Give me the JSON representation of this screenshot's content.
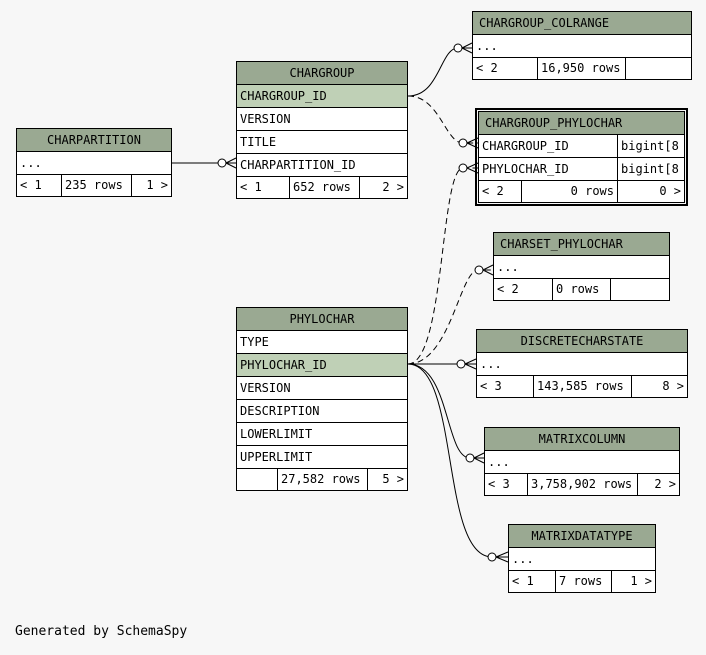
{
  "tables": {
    "chargroup_colrange": {
      "name": "CHARGROUP_COLRANGE",
      "rows": [
        "..."
      ],
      "foot": [
        "< 2",
        "16,950 rows",
        ""
      ]
    },
    "chargroup": {
      "name": "CHARGROUP",
      "rows": [
        "CHARGROUP_ID",
        "VERSION",
        "TITLE",
        "CHARPARTITION_ID"
      ],
      "foot": [
        "< 1",
        "652 rows",
        "2 >"
      ]
    },
    "chargroup_phylochar": {
      "name": "CHARGROUP_PHYLOCHAR",
      "rows": [
        "CHARGROUP_ID",
        "PHYLOCHAR_ID"
      ],
      "types": [
        "bigint[8",
        "bigint[8"
      ],
      "foot": [
        "< 2",
        "0 rows",
        "0 >"
      ]
    },
    "charpartition": {
      "name": "CHARPARTITION",
      "rows": [
        "..."
      ],
      "foot": [
        "< 1",
        "235 rows",
        "1 >"
      ]
    },
    "charset_phylochar": {
      "name": "CHARSET_PHYLOCHAR",
      "rows": [
        "..."
      ],
      "foot": [
        "< 2",
        "0 rows",
        ""
      ]
    },
    "phylochar": {
      "name": "PHYLOCHAR",
      "rows": [
        "TYPE",
        "PHYLOCHAR_ID",
        "VERSION",
        "DESCRIPTION",
        "LOWERLIMIT",
        "UPPERLIMIT"
      ],
      "foot": [
        "",
        "27,582 rows",
        "5 >"
      ]
    },
    "discretecharstate": {
      "name": "DISCRETECHARSTATE",
      "rows": [
        "..."
      ],
      "foot": [
        "< 3",
        "143,585 rows",
        "8 >"
      ]
    },
    "matrixcolumn": {
      "name": "MATRIXCOLUMN",
      "rows": [
        "..."
      ],
      "foot": [
        "< 3",
        "3,758,902 rows",
        "2 >"
      ]
    },
    "matrixdatatype": {
      "name": "MATRIXDATATYPE",
      "rows": [
        "..."
      ],
      "foot": [
        "< 1",
        "7 rows",
        "1 >"
      ]
    }
  },
  "footer": {
    "credit": "Generated by SchemaSpy"
  }
}
